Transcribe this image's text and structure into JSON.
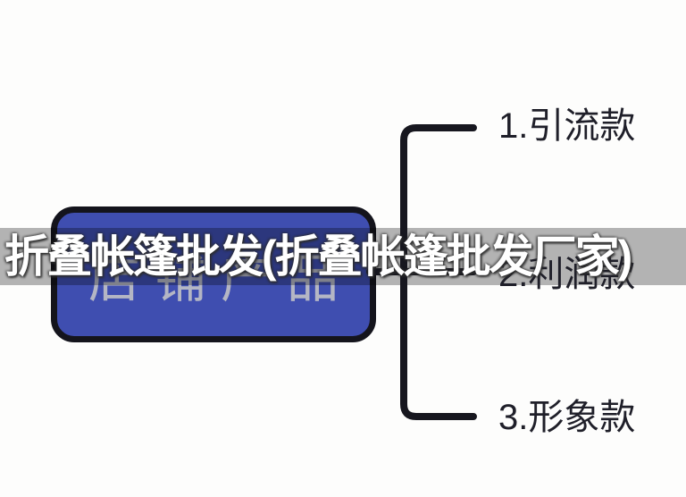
{
  "page": {
    "background_color": "#fdfdfc"
  },
  "title_overlay": {
    "text": "折叠帐篷批发(折叠帐篷批发厂家)",
    "text_color": "#ffffff",
    "outline_color": "#2d2d2d"
  },
  "watermark_band": {
    "color_over_white": "#b5b5b5"
  },
  "mindmap": {
    "root": {
      "label": "店铺产品",
      "fill_color": "#3f4eb0",
      "border_color": "#14141c",
      "label_color": "#b4b6c4"
    },
    "branches": [
      {
        "label": "1.引流款"
      },
      {
        "label": "2.利润款"
      },
      {
        "label": "3.形象款"
      }
    ],
    "connector_color": "#17171f",
    "branch_label_color": "#1f1f29"
  }
}
